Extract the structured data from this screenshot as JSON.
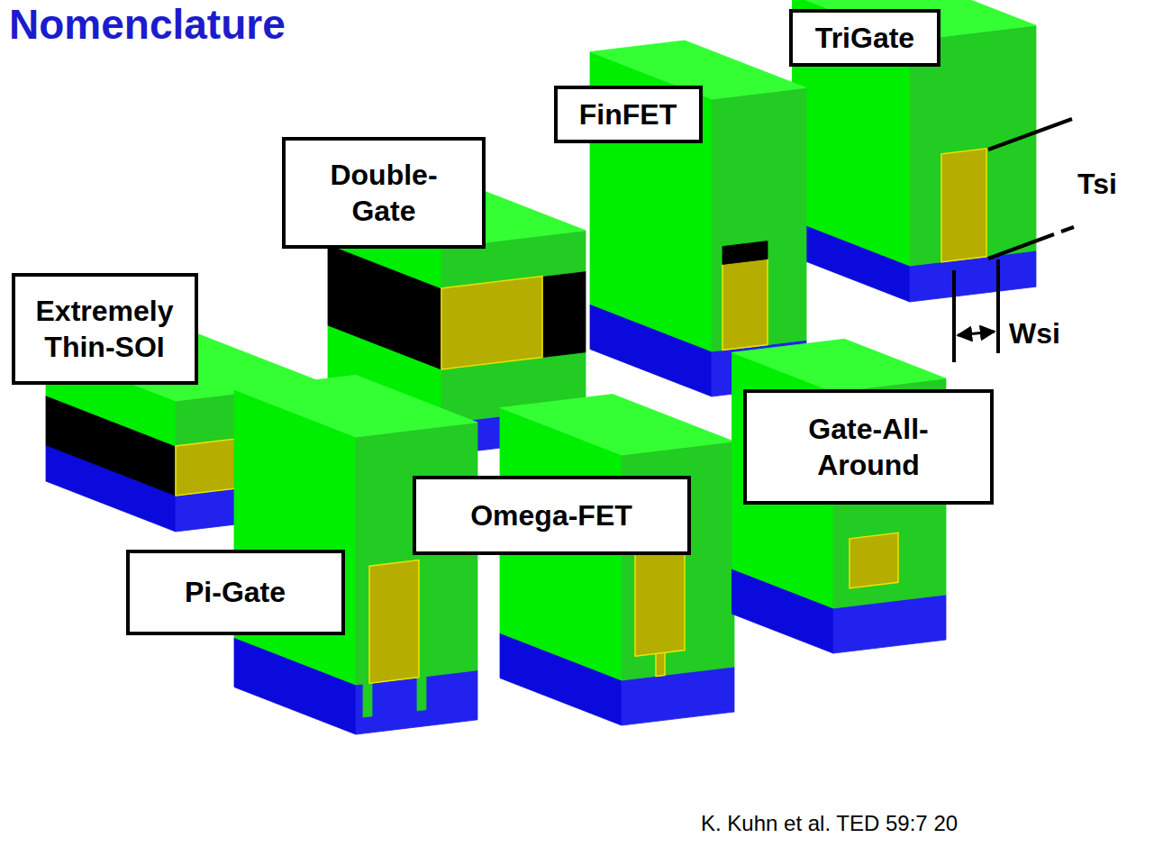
{
  "diagram": {
    "title": "Nomenclature",
    "caption": "K. Kuhn et al. TED 59:7 20",
    "nodes": [
      {
        "text": [
          "TriGate"
        ]
      },
      {
        "text": [
          "FinFET"
        ]
      },
      {
        "text": [
          "Double- Gate"
        ]
      },
      {
        "text": [
          "Extremely Thin-SOI"
        ]
      },
      {
        "text": [
          "Gate-All- Around"
        ]
      },
      {
        "text": [
          "Omega-FET"
        ]
      },
      {
        "text": [
          "Pi-Gate"
        ]
      }
    ],
    "labels": [
      "Tsi",
      "Wsi"
    ]
  }
}
